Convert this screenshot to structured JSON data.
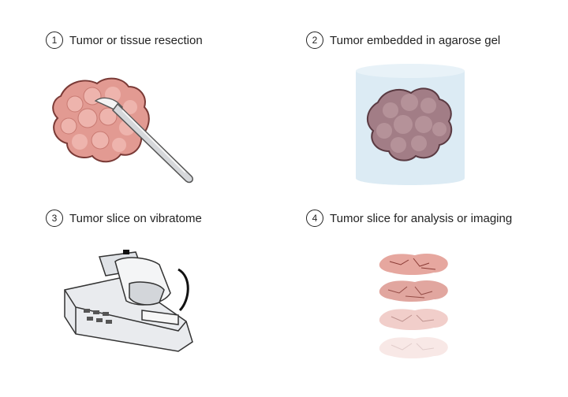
{
  "steps": [
    {
      "number": "1",
      "label": "Tumor or tissue resection"
    },
    {
      "number": "2",
      "label": "Tumor embedded in agarose gel"
    },
    {
      "number": "3",
      "label": "Tumor slice on vibratome"
    },
    {
      "number": "4",
      "label": "Tumor slice for analysis or imaging"
    }
  ],
  "colors": {
    "tumor": "#e29a92",
    "tumor_outline": "#7a3a36",
    "embedded_tumor": "#a27d86",
    "gel": "#dcebf4",
    "machine": "#e9ebee",
    "machine_outline": "#333333"
  }
}
